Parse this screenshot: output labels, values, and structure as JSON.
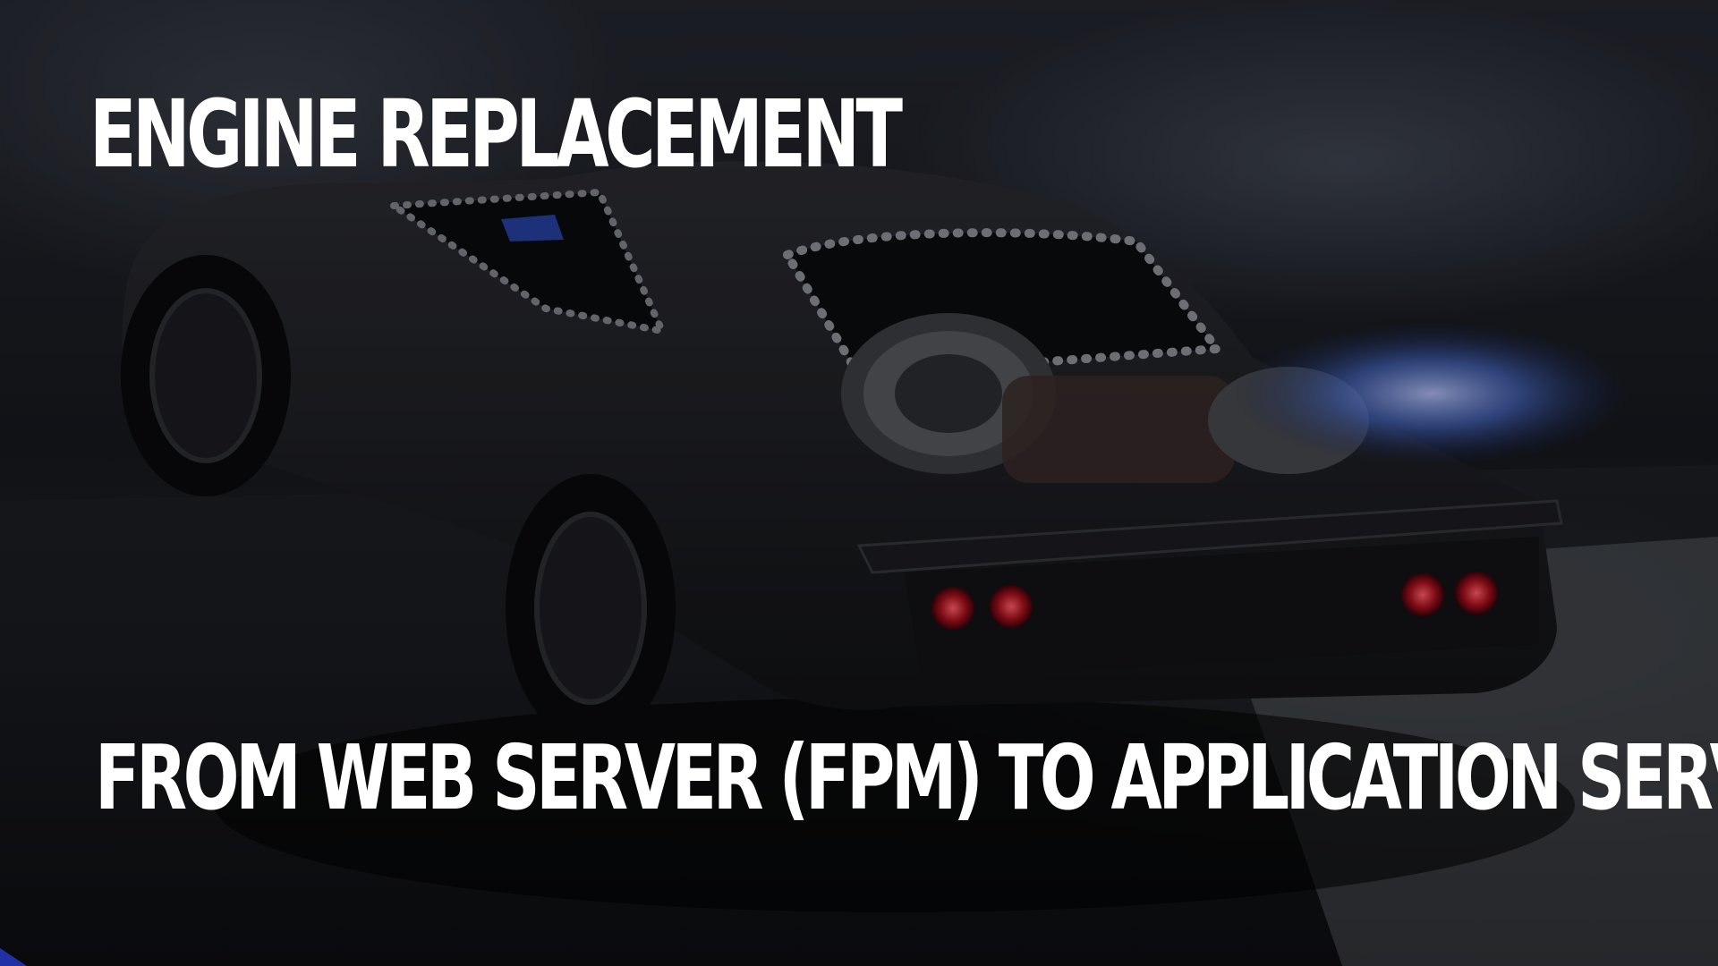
{
  "slide": {
    "title": "ENGINE REPLACEMENT",
    "subtitle": "FROM WEB SERVER (FPM) TO APPLICATION SERVER"
  },
  "background": {
    "subject": "dark muscle car with exposed jet engine",
    "colors": {
      "car_body": "#1a1b1f",
      "tail_light": "#a0101c",
      "flame": "#4a6fd0",
      "text": "#ffffff"
    }
  }
}
